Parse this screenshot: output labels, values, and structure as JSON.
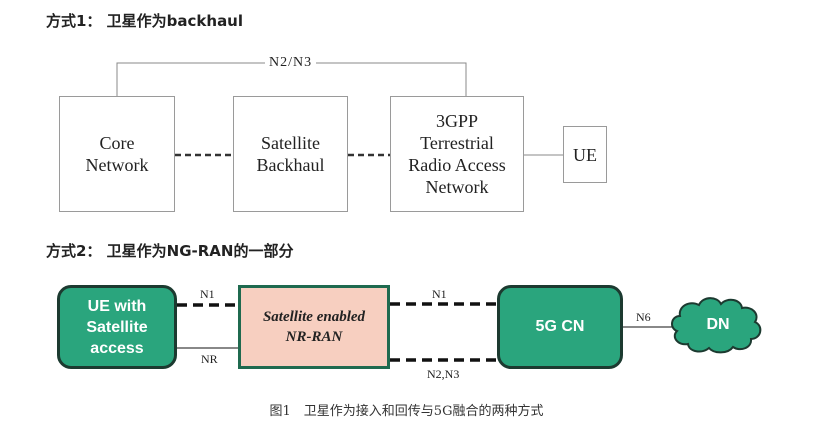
{
  "section1": {
    "title": "方式1： 卫星作为backhaul",
    "top_link_label": "N2/N3",
    "core_network": "Core\nNetwork",
    "satellite_backhaul": "Satellite\nBackhaul",
    "terrestrial_ran": "3GPP\nTerrestrial\nRadio Access\nNetwork",
    "ue": "UE"
  },
  "section2": {
    "title": "方式2： 卫星作为NG-RAN的一部分",
    "ue_with_satellite": "UE with\nSatellite\naccess",
    "satellite_nr_ran": "Satellite enabled\nNR-RAN",
    "cn_5g": "5G CN",
    "dn": "DN",
    "label_n1_left": "N1",
    "label_nr": "NR",
    "label_n1_right": "N1",
    "label_n2n3": "N2,N3",
    "label_n6": "N6"
  },
  "caption": "图1　卫星作为接入和回传与5G融合的两种方式"
}
